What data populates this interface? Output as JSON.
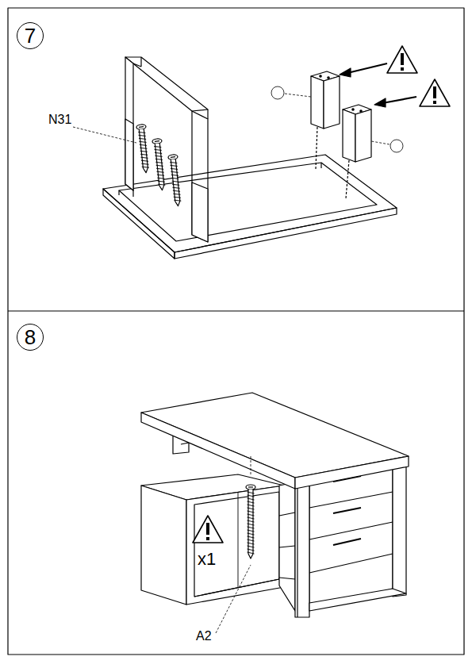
{
  "diagram": {
    "nodes": [
      {
        "text": [
          "7"
        ]
      },
      {
        "text": [
          "8"
        ]
      }
    ],
    "labels": [
      "N31",
      "x1",
      "A2"
    ]
  }
}
